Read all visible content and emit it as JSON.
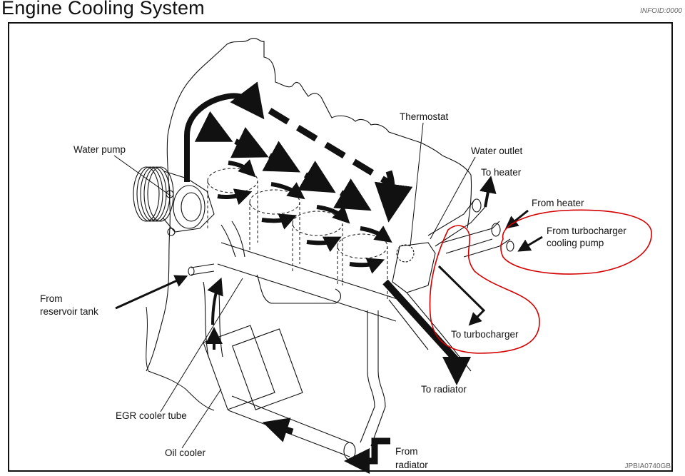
{
  "header": {
    "title": "Engine Cooling System",
    "info_id": "INFOID:0000"
  },
  "figure_code": "JPBIA0740GB",
  "annotation_color": "#d40000",
  "labels": {
    "water_pump": "Water pump",
    "thermostat": "Thermostat",
    "water_outlet": "Water outlet",
    "to_heater": "To heater",
    "from_heater": "From heater",
    "from_turbo_pump_line1": "From turbocharger",
    "from_turbo_pump_line2": "cooling pump",
    "to_turbocharger": "To turbocharger",
    "to_radiator": "To radiator",
    "from_reservoir_line1": "From",
    "from_reservoir_line2": "reservoir tank",
    "egr_cooler_tube": "EGR cooler tube",
    "oil_cooler": "Oil cooler",
    "from_radiator_line1": "From",
    "from_radiator_line2": "radiator"
  }
}
